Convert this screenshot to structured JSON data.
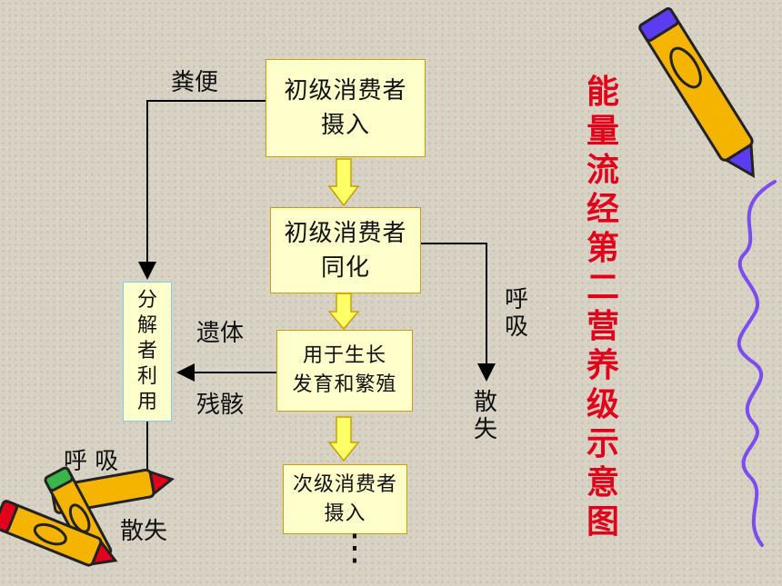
{
  "boxes": {
    "primary_intake": "初级消费者\n摄入",
    "primary_assimilation": "初级消费者\n同化",
    "growth": "用于生长\n发育和繁殖",
    "secondary_intake": "次级消费者\n摄入",
    "decomposer": "分\n解\n者\n利\n用"
  },
  "labels": {
    "feces": "粪便",
    "remains": "遗体",
    "residue": "残骸",
    "respiration_right": "呼\n吸",
    "dissipate_right": "散\n失",
    "respiration_left": "呼 吸",
    "dissipate_left": "散失",
    "continuation": "⋮"
  },
  "title": "能\n量\n流\n经\n第\n二\n营\n养\n级\n示\n意\n图",
  "colors": {
    "box_fill": "#ffffcc",
    "box_border": "#c8a100",
    "block_arrow": "#ffff66",
    "title": "#e3001b",
    "decomposer_border": "#7ccfe0"
  },
  "icons": [
    "crayon-icon-top-right",
    "crayon-icon-bottom-left",
    "squiggle-line-icon"
  ]
}
